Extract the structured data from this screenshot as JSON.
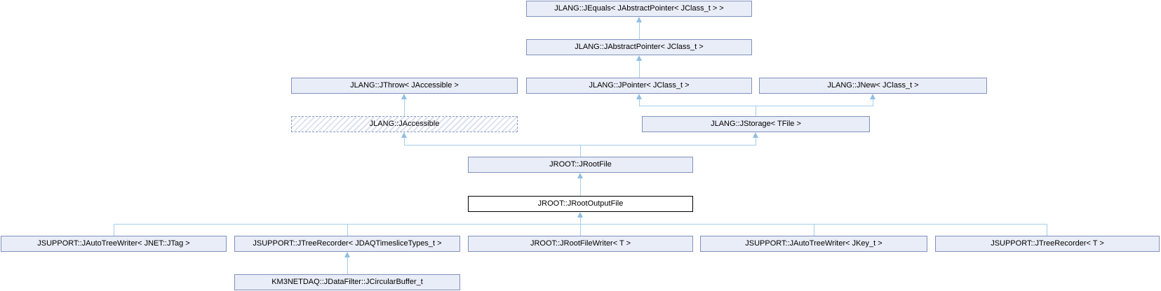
{
  "diagram": {
    "kind": "class-inheritance-graph",
    "colors": {
      "node_fill": "#e9edf7",
      "node_border": "#8090be",
      "current_node_fill": "#ffffff",
      "current_node_border": "#000000",
      "undocumented_hatch": "#dbe1f1",
      "edge": "#a5cde9",
      "arrowhead": "#8fbee2",
      "text": "#000000",
      "background": "#ffffff"
    },
    "nodes": [
      {
        "label": "JLANG::JEquals< JAbstractPointer< JClass_t > >",
        "role": "base"
      },
      {
        "label": "JLANG::JAbstractPointer< JClass_t >",
        "role": "base"
      },
      {
        "label": "JLANG::JThrow< JAccessible >",
        "role": "base"
      },
      {
        "label": "JLANG::JPointer< JClass_t >",
        "role": "base"
      },
      {
        "label": "JLANG::JNew< JClass_t >",
        "role": "base"
      },
      {
        "label": "JLANG::JAccessible",
        "role": "base-undocumented"
      },
      {
        "label": "JLANG::JStorage< TFile >",
        "role": "base"
      },
      {
        "label": "JROOT::JRootFile",
        "role": "base"
      },
      {
        "label": "JROOT::JRootOutputFile",
        "role": "current"
      },
      {
        "label": "JSUPPORT::JAutoTreeWriter< JNET::JTag >",
        "role": "derived"
      },
      {
        "label": "JSUPPORT::JTreeRecorder< JDAQTimesliceTypes_t >",
        "role": "derived"
      },
      {
        "label": "JROOT::JRootFileWriter< T >",
        "role": "derived"
      },
      {
        "label": "JSUPPORT::JAutoTreeWriter< JKey_t >",
        "role": "derived"
      },
      {
        "label": "JSUPPORT::JTreeRecorder< T >",
        "role": "derived"
      },
      {
        "label": "KM3NETDAQ::JDataFilter::JCircularBuffer_t",
        "role": "derived"
      }
    ],
    "edges": [
      {
        "from": "JLANG::JAbstractPointer< JClass_t >",
        "to": "JLANG::JEquals< JAbstractPointer< JClass_t > >"
      },
      {
        "from": "JLANG::JPointer< JClass_t >",
        "to": "JLANG::JAbstractPointer< JClass_t >"
      },
      {
        "from": "JLANG::JAccessible",
        "to": "JLANG::JThrow< JAccessible >"
      },
      {
        "from": "JLANG::JStorage< TFile >",
        "to": "JLANG::JPointer< JClass_t >"
      },
      {
        "from": "JLANG::JStorage< TFile >",
        "to": "JLANG::JNew< JClass_t >"
      },
      {
        "from": "JROOT::JRootFile",
        "to": "JLANG::JAccessible"
      },
      {
        "from": "JROOT::JRootFile",
        "to": "JLANG::JStorage< TFile >"
      },
      {
        "from": "JROOT::JRootOutputFile",
        "to": "JROOT::JRootFile"
      },
      {
        "from": "JSUPPORT::JAutoTreeWriter< JNET::JTag >",
        "to": "JROOT::JRootOutputFile"
      },
      {
        "from": "JSUPPORT::JTreeRecorder< JDAQTimesliceTypes_t >",
        "to": "JROOT::JRootOutputFile"
      },
      {
        "from": "JROOT::JRootFileWriter< T >",
        "to": "JROOT::JRootOutputFile"
      },
      {
        "from": "JSUPPORT::JAutoTreeWriter< JKey_t >",
        "to": "JROOT::JRootOutputFile"
      },
      {
        "from": "JSUPPORT::JTreeRecorder< T >",
        "to": "JROOT::JRootOutputFile"
      },
      {
        "from": "KM3NETDAQ::JDataFilter::JCircularBuffer_t",
        "to": "JSUPPORT::JTreeRecorder< JDAQTimesliceTypes_t >"
      }
    ]
  }
}
